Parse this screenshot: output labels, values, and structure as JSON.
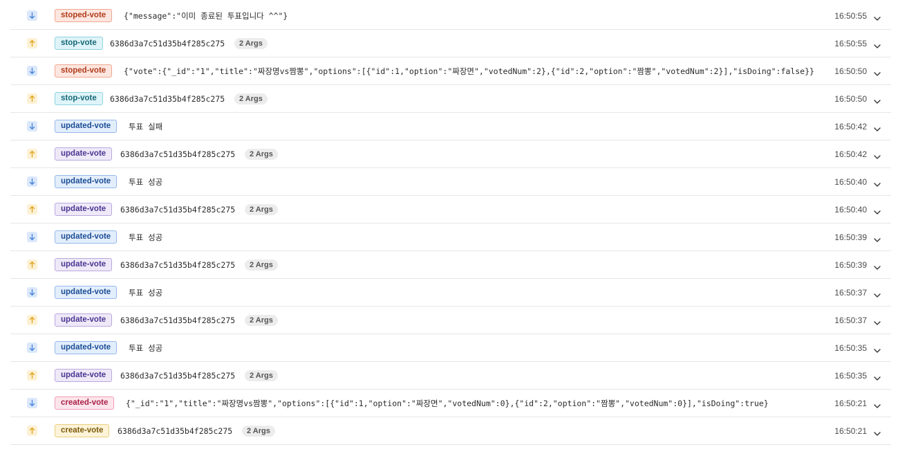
{
  "colors": {
    "incoming_icon": "#4a86d8",
    "outgoing_icon": "#e2a41c"
  },
  "rows": [
    {
      "dir": "in",
      "event": "stoped-vote",
      "kind": "stoped",
      "msg": "{\"message\":\"이미 종료된 투표입니다 ^^\"}",
      "args": "",
      "time": "16:50:55"
    },
    {
      "dir": "out",
      "event": "stop-vote",
      "kind": "stop",
      "msg": "6386d3a7c51d35b4f285c275",
      "args": "2 Args",
      "time": "16:50:55"
    },
    {
      "dir": "in",
      "event": "stoped-vote",
      "kind": "stoped",
      "msg": "{\"vote\":{\"_id\":\"1\",\"title\":\"짜장명vs짬뽕\",\"options\":[{\"id\":1,\"option\":\"짜장면\",\"votedNum\":2},{\"id\":2,\"option\":\"짬뽕\",\"votedNum\":2}],\"isDoing\":false}}",
      "args": "",
      "time": "16:50:50"
    },
    {
      "dir": "out",
      "event": "stop-vote",
      "kind": "stop",
      "msg": "6386d3a7c51d35b4f285c275",
      "args": "2 Args",
      "time": "16:50:50"
    },
    {
      "dir": "in",
      "event": "updated-vote",
      "kind": "updated",
      "msg": "투표 실패",
      "args": "",
      "time": "16:50:42"
    },
    {
      "dir": "out",
      "event": "update-vote",
      "kind": "update",
      "msg": "6386d3a7c51d35b4f285c275",
      "args": "2 Args",
      "time": "16:50:42"
    },
    {
      "dir": "in",
      "event": "updated-vote",
      "kind": "updated",
      "msg": "투표 성공",
      "args": "",
      "time": "16:50:40"
    },
    {
      "dir": "out",
      "event": "update-vote",
      "kind": "update",
      "msg": "6386d3a7c51d35b4f285c275",
      "args": "2 Args",
      "time": "16:50:40"
    },
    {
      "dir": "in",
      "event": "updated-vote",
      "kind": "updated",
      "msg": "투표 성공",
      "args": "",
      "time": "16:50:39"
    },
    {
      "dir": "out",
      "event": "update-vote",
      "kind": "update",
      "msg": "6386d3a7c51d35b4f285c275",
      "args": "2 Args",
      "time": "16:50:39"
    },
    {
      "dir": "in",
      "event": "updated-vote",
      "kind": "updated",
      "msg": "투표 성공",
      "args": "",
      "time": "16:50:37"
    },
    {
      "dir": "out",
      "event": "update-vote",
      "kind": "update",
      "msg": "6386d3a7c51d35b4f285c275",
      "args": "2 Args",
      "time": "16:50:37"
    },
    {
      "dir": "in",
      "event": "updated-vote",
      "kind": "updated",
      "msg": "투표 성공",
      "args": "",
      "time": "16:50:35"
    },
    {
      "dir": "out",
      "event": "update-vote",
      "kind": "update",
      "msg": "6386d3a7c51d35b4f285c275",
      "args": "2 Args",
      "time": "16:50:35"
    },
    {
      "dir": "in",
      "event": "created-vote",
      "kind": "created",
      "msg": "{\"_id\":\"1\",\"title\":\"짜장명vs짬뽕\",\"options\":[{\"id\":1,\"option\":\"짜장면\",\"votedNum\":0},{\"id\":2,\"option\":\"짬뽕\",\"votedNum\":0}],\"isDoing\":true}",
      "args": "",
      "time": "16:50:21"
    },
    {
      "dir": "out",
      "event": "create-vote",
      "kind": "create",
      "msg": "6386d3a7c51d35b4f285c275",
      "args": "2 Args",
      "time": "16:50:21"
    }
  ]
}
